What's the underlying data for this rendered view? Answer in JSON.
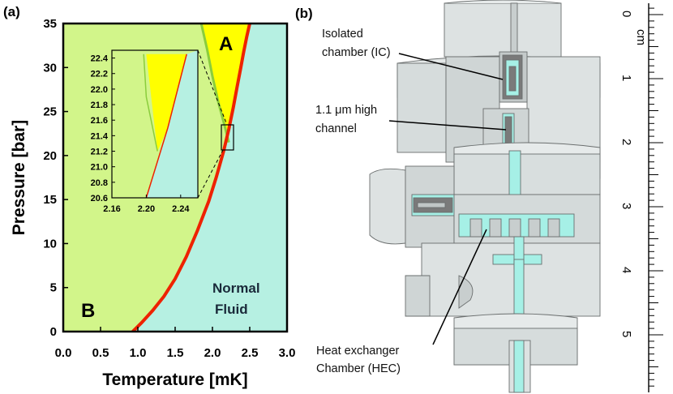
{
  "panel_a": {
    "label": "(a)",
    "chart_data": {
      "type": "area",
      "xlabel": "Temperature [mK]",
      "ylabel": "Pressure [bar]",
      "xlim": [
        0.0,
        3.0
      ],
      "ylim": [
        0,
        35
      ],
      "x_ticks": [
        "0.0",
        "0.5",
        "1.0",
        "1.5",
        "2.0",
        "2.5",
        "3.0"
      ],
      "y_ticks": [
        "0",
        "5",
        "10",
        "15",
        "20",
        "25",
        "30",
        "35"
      ],
      "regions": {
        "A": "A",
        "B": "B",
        "normal_line1": "Normal",
        "normal_line2": "Fluid"
      },
      "tc_curve": {
        "x": [
          0.93,
          1.05,
          1.2,
          1.35,
          1.5,
          1.65,
          1.8,
          1.95,
          2.05,
          2.15,
          2.22,
          2.28,
          2.33,
          2.38,
          2.42,
          2.46,
          2.5
        ],
        "y": [
          0,
          1,
          2.4,
          4,
          6,
          8.5,
          11.5,
          14.8,
          17.5,
          20.5,
          23,
          25.5,
          27.8,
          30,
          31.8,
          33.5,
          35
        ]
      },
      "ab_line": {
        "x": [
          1.85,
          1.93,
          2.0,
          2.08,
          2.16,
          2.22
        ],
        "y": [
          35,
          32,
          29,
          26,
          23.5,
          21.5
        ]
      },
      "a_region_right": {
        "x": [
          2.5,
          2.46,
          2.42,
          2.38,
          2.33,
          2.28,
          2.22
        ],
        "y": [
          35,
          33.5,
          31.8,
          30,
          27.8,
          25.5,
          23
        ]
      },
      "inset": {
        "xlim": [
          2.16,
          2.26
        ],
        "ylim": [
          20.6,
          22.5
        ],
        "x_ticks": [
          "2.16",
          "2.20",
          "2.24"
        ],
        "y_ticks": [
          "20.6",
          "20.8",
          "21.0",
          "21.2",
          "21.4",
          "21.6",
          "21.8",
          "22.0",
          "22.2",
          "22.4"
        ],
        "tc_curve": {
          "x": [
            2.2,
            2.225,
            2.247
          ],
          "y": [
            20.6,
            21.5,
            22.45
          ]
        },
        "ab_left": {
          "x": [
            2.197,
            2.2,
            2.213
          ],
          "y": [
            22.45,
            21.9,
            21.2
          ]
        },
        "ab_right": {
          "x": [
            2.2,
            2.213
          ],
          "y": [
            22.45,
            21.2
          ]
        }
      },
      "colors": {
        "A": "#ffff00",
        "B": "#d2f58a",
        "normal": "#b6f0e2",
        "tc": "#ee2200",
        "ab": "#8acd3c"
      }
    }
  },
  "panel_b": {
    "label": "(b)",
    "callouts": {
      "ic_line1": "Isolated",
      "ic_line2": "chamber (IC)",
      "ch_line1": "1.1 μm high",
      "ch_line2": "channel",
      "hec_line1": "Heat exchanger",
      "hec_line2": "Chamber (HEC)"
    },
    "ruler": {
      "unit": "cm",
      "labels": [
        "0",
        "1",
        "2",
        "3",
        "4",
        "5"
      ]
    },
    "colors": {
      "body": "#dde2e2",
      "cut": "#c8cece",
      "fluid": "#a6f0e6",
      "dark": "#7a7a7a"
    }
  }
}
